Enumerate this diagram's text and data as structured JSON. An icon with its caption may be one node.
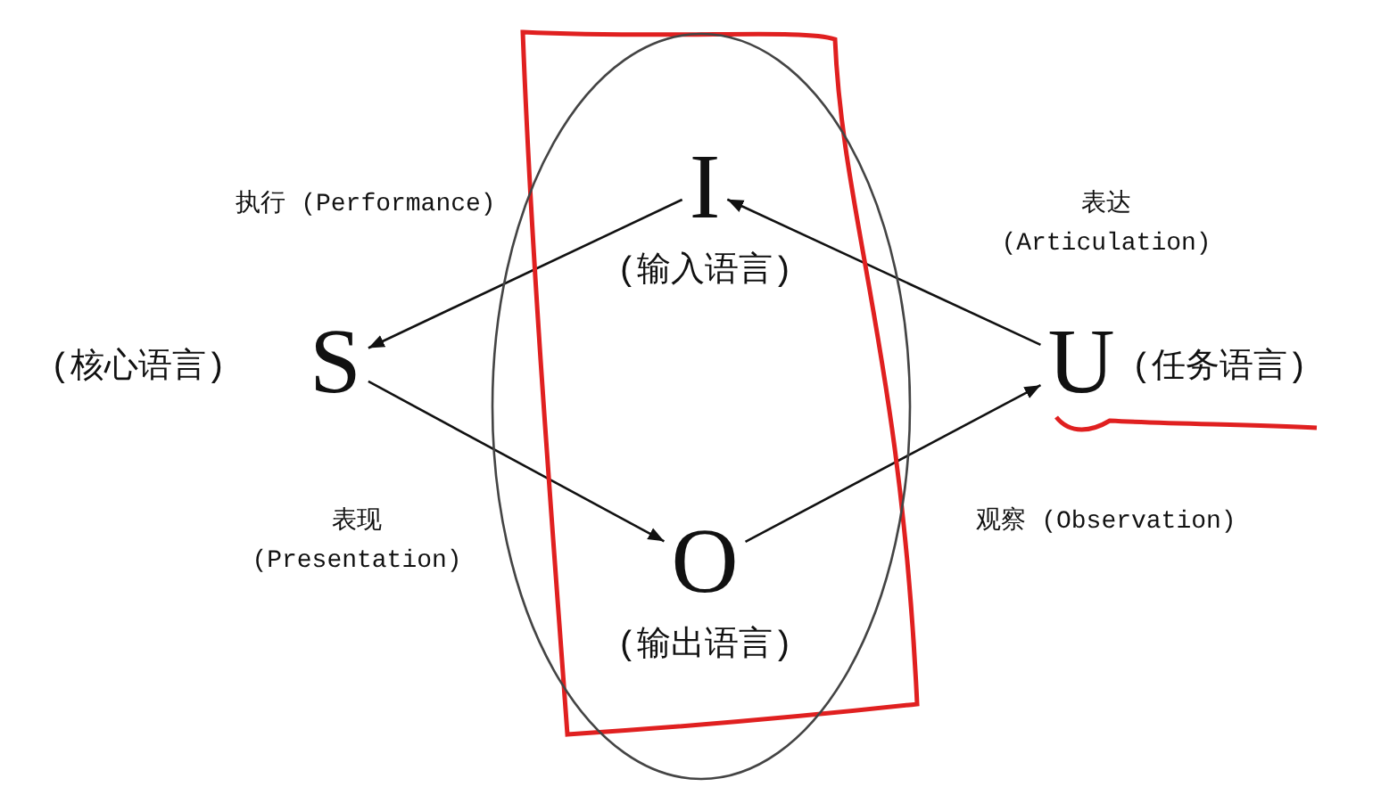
{
  "diagram": {
    "nodes": [
      {
        "text": [],
        "shape": "ellipse"
      },
      {
        "text": [
          "I",
          "(输入语言)"
        ],
        "in": 0
      },
      {
        "text": [
          "S"
        ],
        "beside": [
          "(核心语言)"
        ]
      },
      {
        "text": [
          "O",
          "(输出语言)"
        ],
        "in": 0
      },
      {
        "text": [
          "U"
        ],
        "beside": [
          "(任务语言)"
        ]
      }
    ],
    "edges": [
      {
        "from": 1,
        "to": 2,
        "arrow": "to",
        "label": "执行 (Performance)"
      },
      {
        "from": 2,
        "to": 3,
        "arrow": "to",
        "label": "表现 (Presentation)"
      },
      {
        "from": 3,
        "to": 4,
        "arrow": "to",
        "label": "观察 (Observation)"
      },
      {
        "from": 4,
        "to": 1,
        "arrow": "to",
        "label": "表达 (Articulation)"
      }
    ]
  }
}
